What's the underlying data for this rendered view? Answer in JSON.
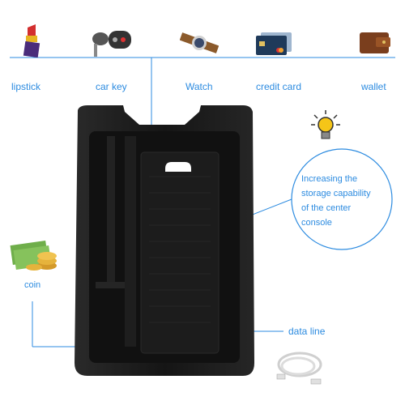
{
  "top_items": [
    {
      "label": "lipstick",
      "icon": "lipstick-icon"
    },
    {
      "label": "car key",
      "icon": "car-key-icon"
    },
    {
      "label": "Watch",
      "icon": "watch-icon"
    },
    {
      "label": "credit card",
      "icon": "credit-card-icon"
    },
    {
      "label": "wallet",
      "icon": "wallet-icon"
    }
  ],
  "callout": {
    "lines": [
      "Increasing the",
      "storage capability",
      "of the center",
      "console"
    ]
  },
  "left_item": {
    "label": "coin",
    "icon": "coin-cash-icon"
  },
  "bottom_item": {
    "label": "data line",
    "icon": "usb-cable-icon"
  },
  "idea_icon": "lightbulb-icon",
  "colors": {
    "accent": "#2c8be0",
    "tray": "#1d1d1d"
  }
}
